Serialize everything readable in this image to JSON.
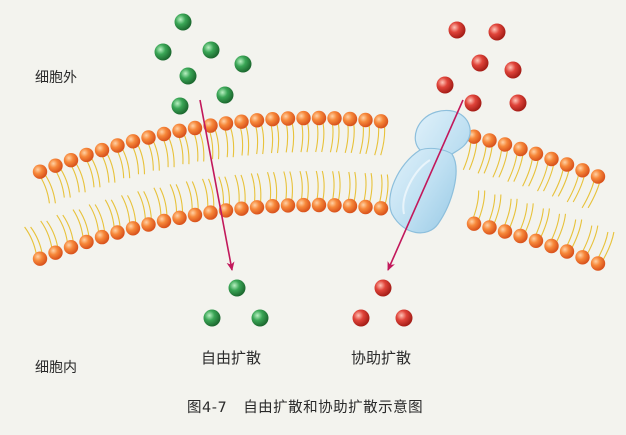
{
  "labels": {
    "outside": "细胞外",
    "inside": "细胞内",
    "free_diffusion": "自由扩散",
    "facilitated_diffusion": "协助扩散"
  },
  "caption": {
    "number": "图4-7",
    "title": "自由扩散和协助扩散示意图"
  },
  "colors": {
    "background": "#f3f3ee",
    "lipid_head": "#f0782c",
    "lipid_tail": "#e8c23a",
    "free_molecule": "#2f9a48",
    "facilitated_molecule": "#d9362c",
    "channel_protein": "#bfe0f2",
    "arrow": "#c2185b"
  },
  "icons": {
    "phospholipid": "phospholipid-head-circle",
    "molecule": "sphere",
    "protein": "channel-protein-blob",
    "arrow": "diagonal-arrow"
  }
}
